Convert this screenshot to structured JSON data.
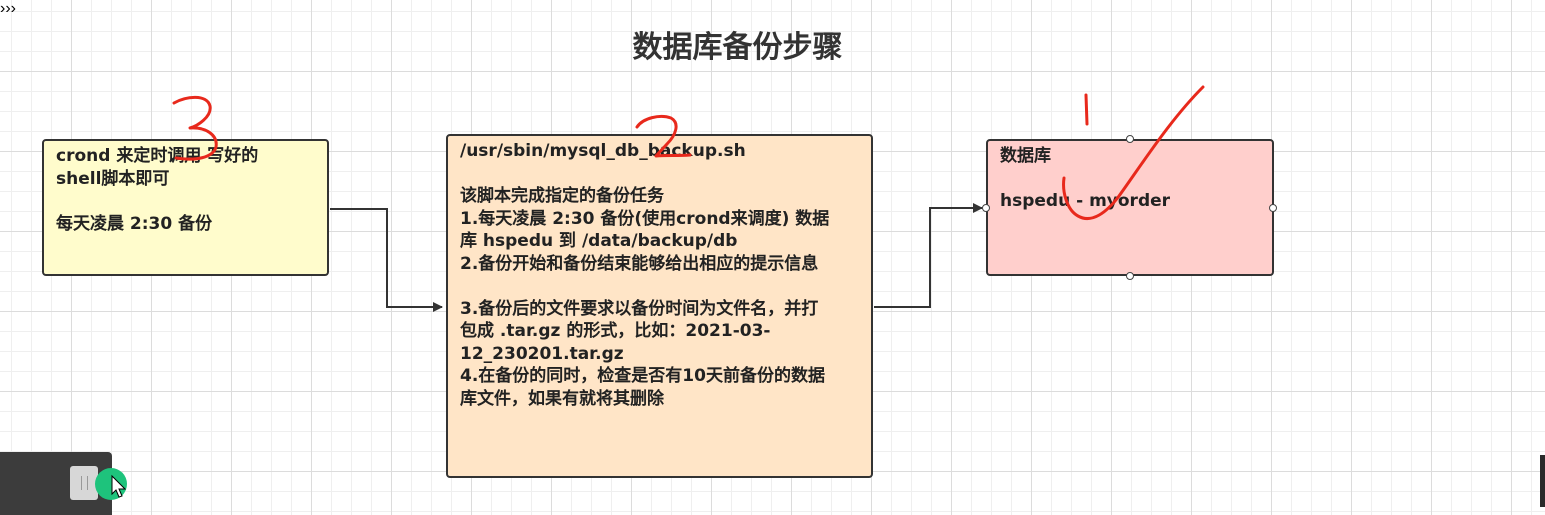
{
  "diagram": {
    "title": "数据库备份步骤",
    "boxes": {
      "crond": {
        "lines": [
          "crond 来定时调用 写好的",
          "shell脚本即可",
          "",
          "每天凌晨 2:30 备份"
        ],
        "fill": "#fffccc"
      },
      "script": {
        "lines": [
          "/usr/sbin/mysql_db_backup.sh",
          "",
          "该脚本完成指定的备份任务",
          "1.每天凌晨 2:30 备份(使用crond来调度) 数据",
          "库 hspedu 到 /data/backup/db",
          "2.备份开始和备份结束能够给出相应的提示信息",
          "",
          "3.备份后的文件要求以备份时间为文件名，并打",
          "包成 .tar.gz 的形式，比如：2021-03-",
          "12_230201.tar.gz",
          "4.在备份的同时，检查是否有10天前备份的数据",
          "库文件，如果有就将其删除"
        ],
        "fill": "#ffe5c7"
      },
      "database": {
        "lines": [
          "数据库",
          "",
          "hspedu - myorder"
        ],
        "fill": "#ffcfcc"
      }
    },
    "connectors": [
      {
        "from": "crond",
        "to": "script"
      },
      {
        "from": "script",
        "to": "database"
      }
    ],
    "annotations": {
      "color": "#e8291c",
      "step_numbers": [
        "3",
        "2",
        "1"
      ],
      "checkmark": "checkmark-icon"
    }
  },
  "player_bar": {
    "expand_icon": "chevrons-right-icon",
    "expand_glyph": "›››"
  }
}
